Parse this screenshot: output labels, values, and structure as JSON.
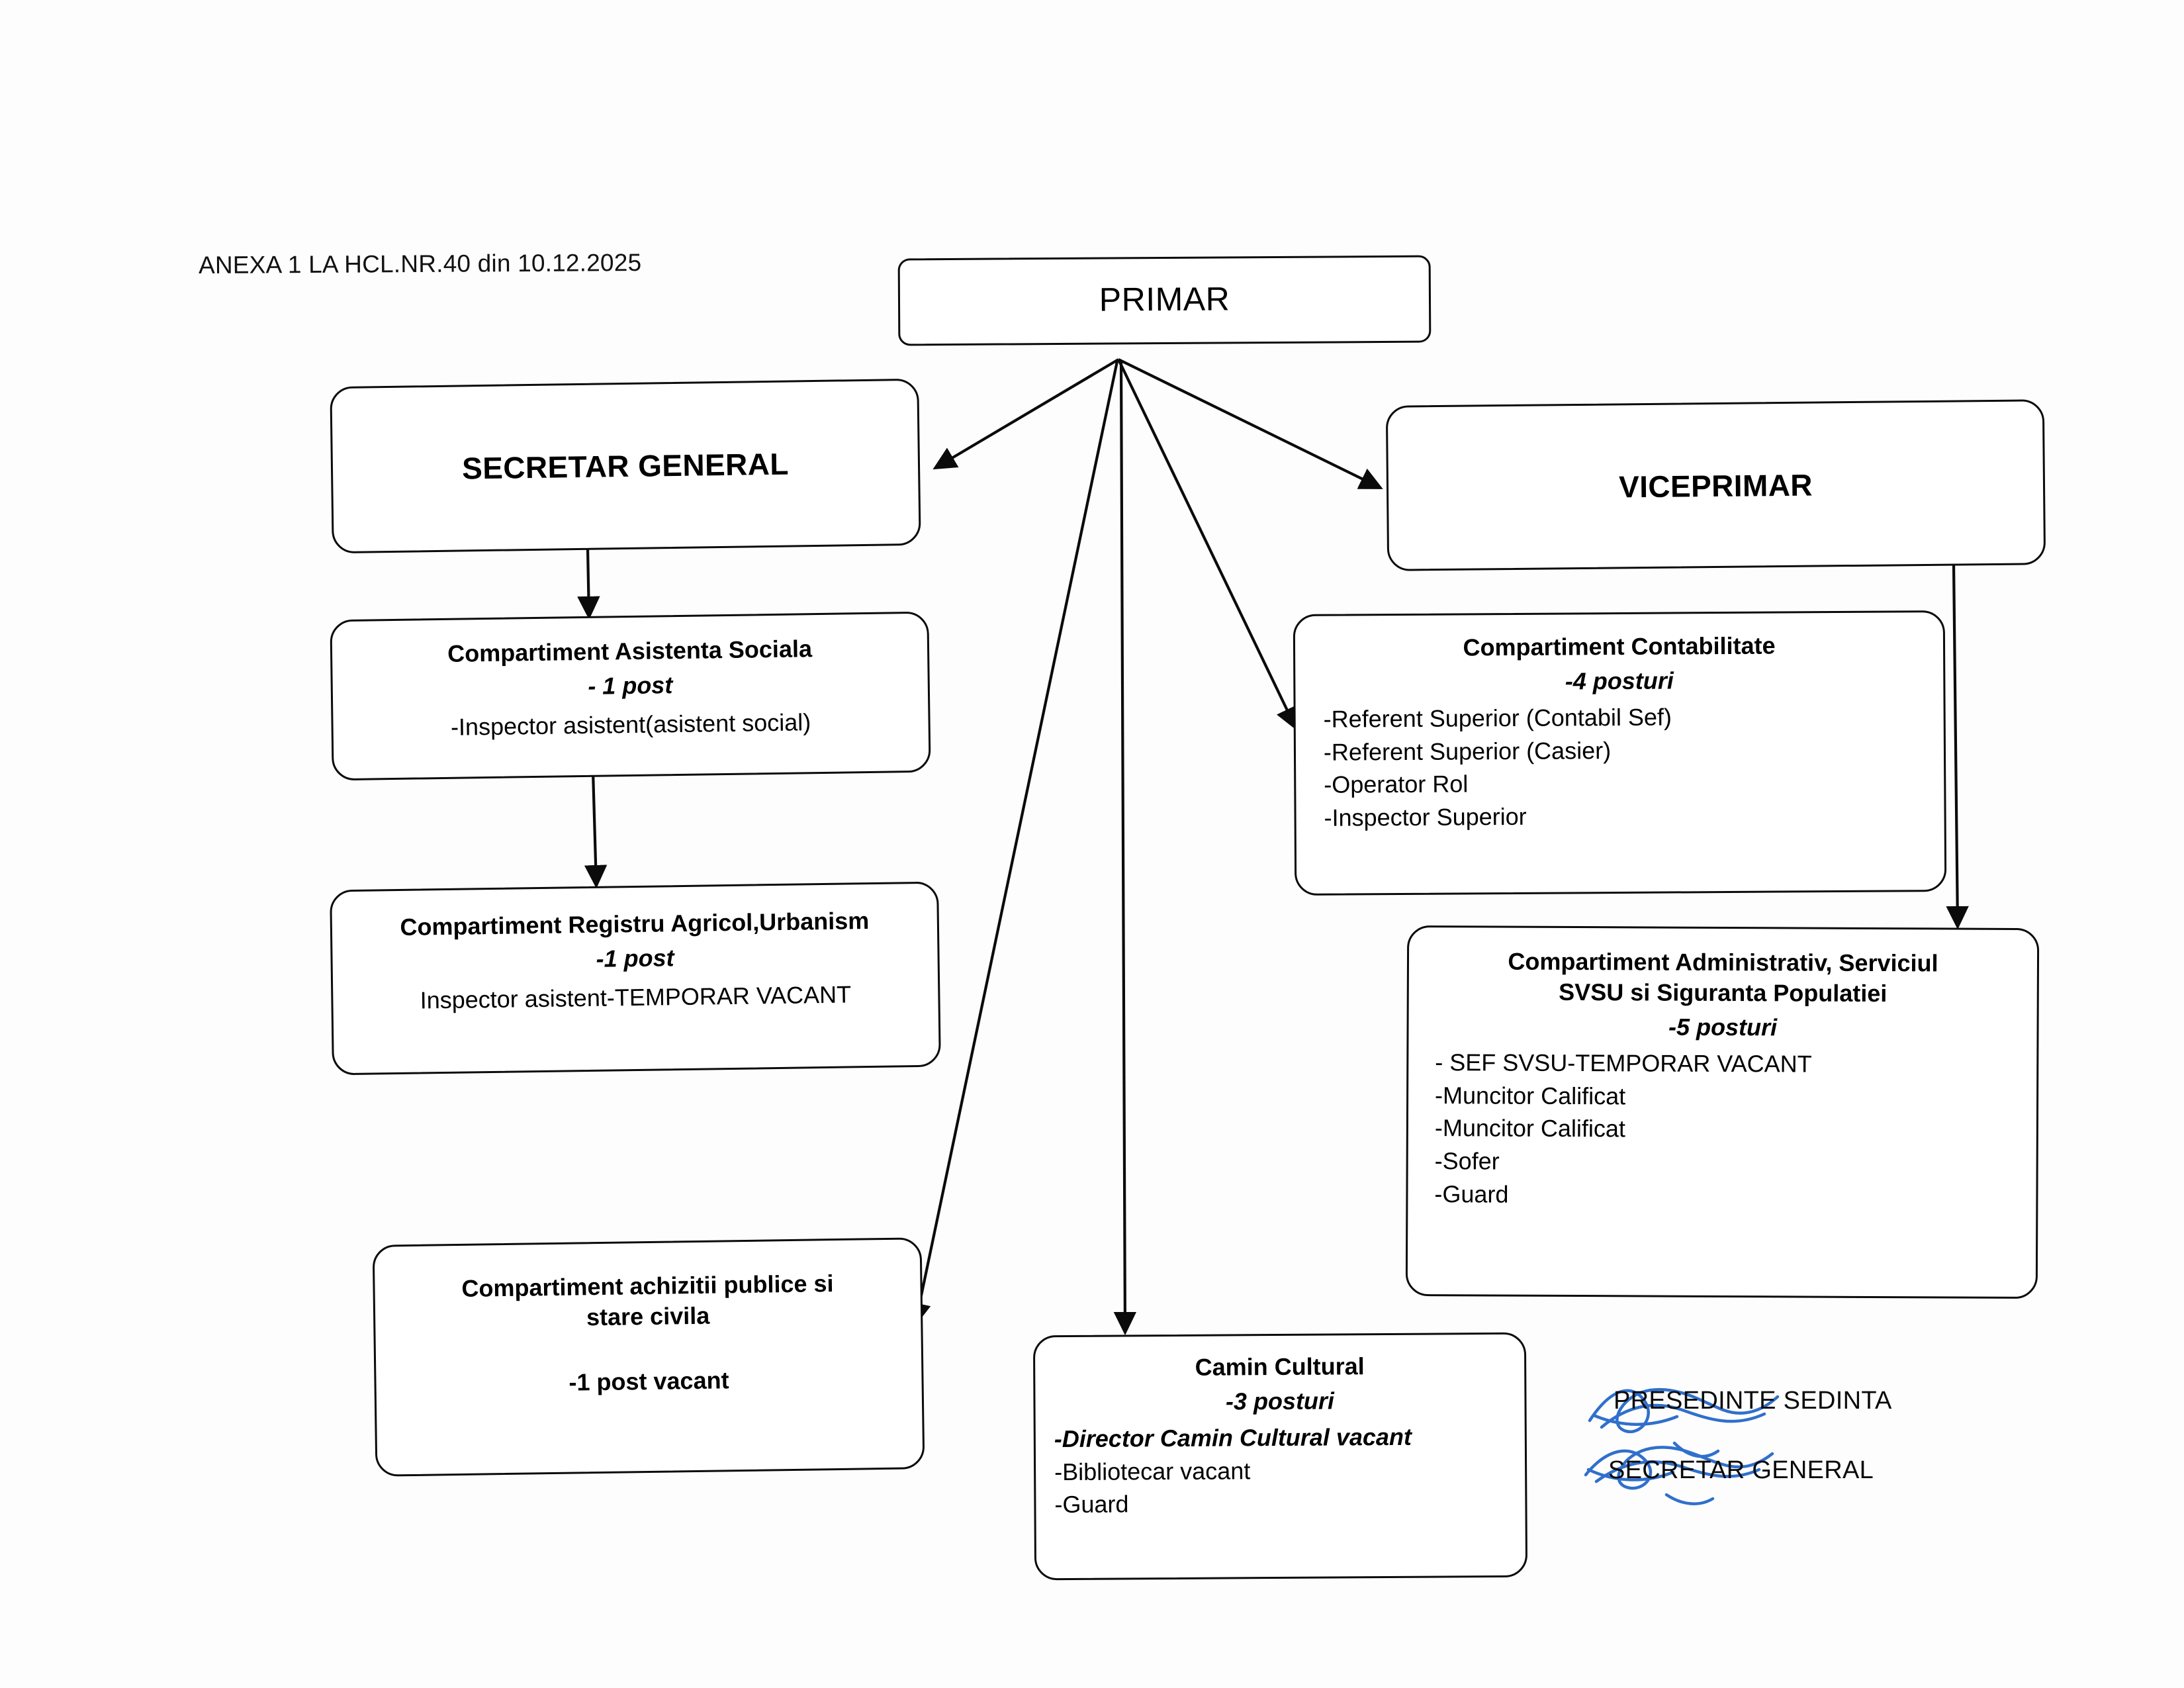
{
  "document": {
    "header_note": "ANEXA 1 LA HCL.NR.40 din 10.12.2025",
    "colors": {
      "page_background": "#fdfdfd",
      "box_border": "#0b0b0b",
      "text": "#000000",
      "signature_ink": "#1f63c8"
    }
  },
  "nodes": {
    "primar": {
      "title": "PRIMAR"
    },
    "secretar_general": {
      "title": "SECRETAR GENERAL"
    },
    "viceprimar": {
      "title": "VICEPRIMAR"
    },
    "asistenta_sociala": {
      "title": "Compartiment Asistenta Sociala",
      "count": "- 1 post",
      "items": [
        "-Inspector asistent(asistent social)"
      ]
    },
    "registru_agricol": {
      "title": "Compartiment Registru Agricol,Urbanism",
      "count": "-1 post",
      "items": [
        "Inspector asistent-TEMPORAR VACANT"
      ]
    },
    "achizitii_publice": {
      "title_line1": "Compartiment achizitii publice si",
      "title_line2": "stare civila",
      "count": "-1 post vacant"
    },
    "contabilitate": {
      "title": "Compartiment Contabilitate",
      "count": "-4  posturi",
      "items": [
        "-Referent Superior (Contabil Sef)",
        "-Referent Superior (Casier)",
        "-Operator Rol",
        " -Inspector Superior"
      ]
    },
    "administrativ": {
      "title_line1": "Compartiment Administrativ, Serviciul",
      "title_line2": "SVSU si Siguranta Populatiei",
      "count": "-5 posturi",
      "items": [
        "- SEF  SVSU-TEMPORAR VACANT",
        "-Muncitor Calificat",
        "-Muncitor Calificat",
        "-Sofer",
        "-Guard"
      ]
    },
    "camin_cultural": {
      "title": "Camin Cultural",
      "count": "-3 posturi",
      "items": [
        "-Director Camin Cultural vacant",
        "-Bibliotecar vacant",
        "-Guard"
      ]
    }
  },
  "signatures": {
    "presedinte_sedinta": "PRESEDINTE SEDINTA",
    "secretar_general": "SECRETAR GENERAL"
  }
}
